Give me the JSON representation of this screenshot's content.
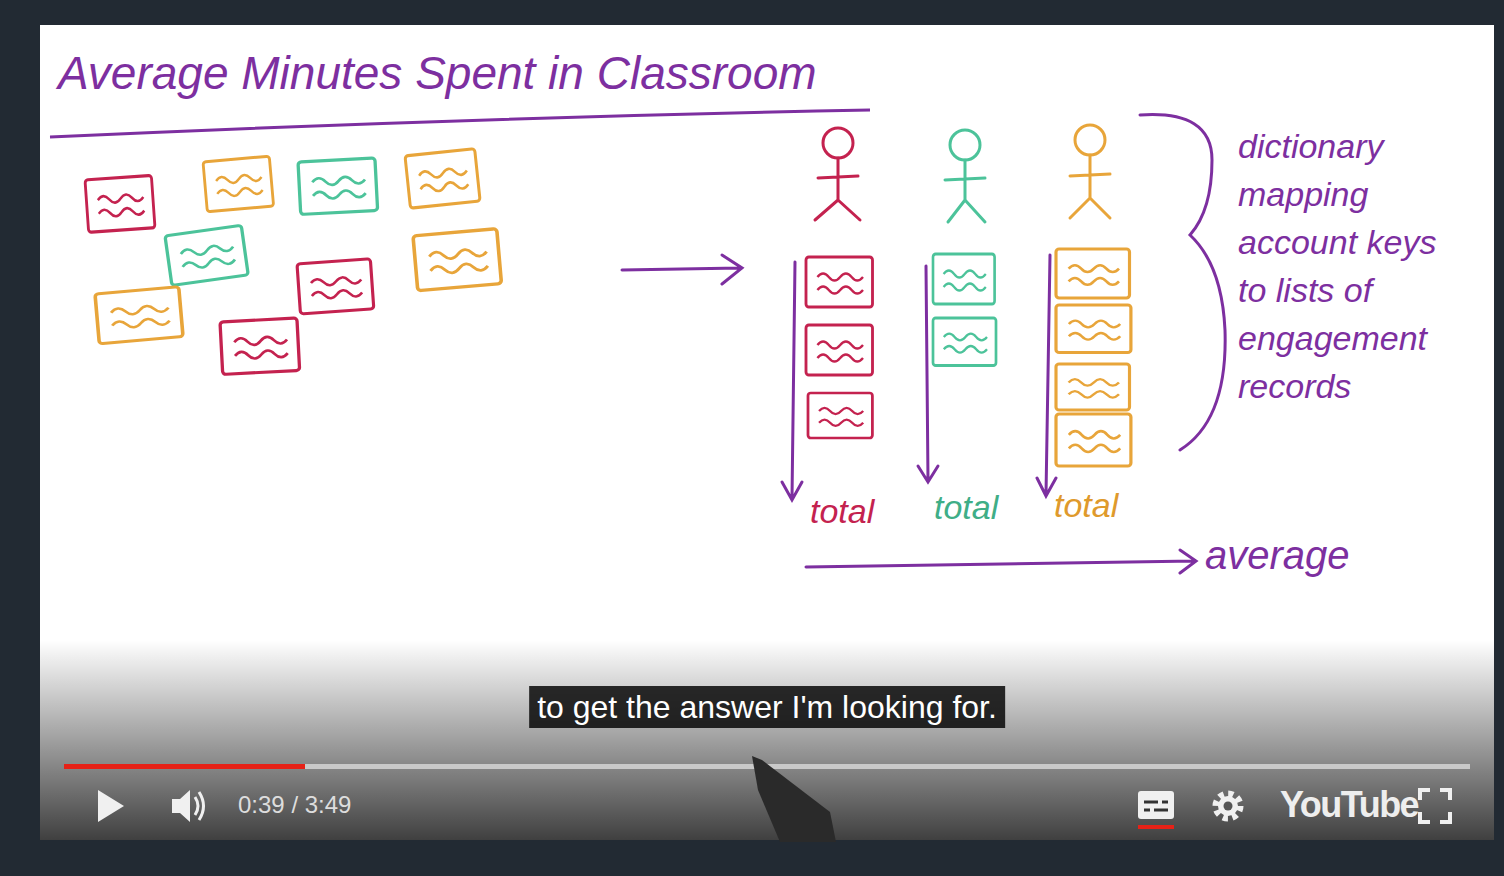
{
  "diagram": {
    "title": "Average Minutes Spent in Classroom",
    "labels": [
      "dictionary mapping account keys to lists of engagement records",
      "total",
      "total",
      "total",
      "average",
      "to get the answer I'm looking for.",
      "0:39 / 3:49",
      "YouTube"
    ]
  }
}
